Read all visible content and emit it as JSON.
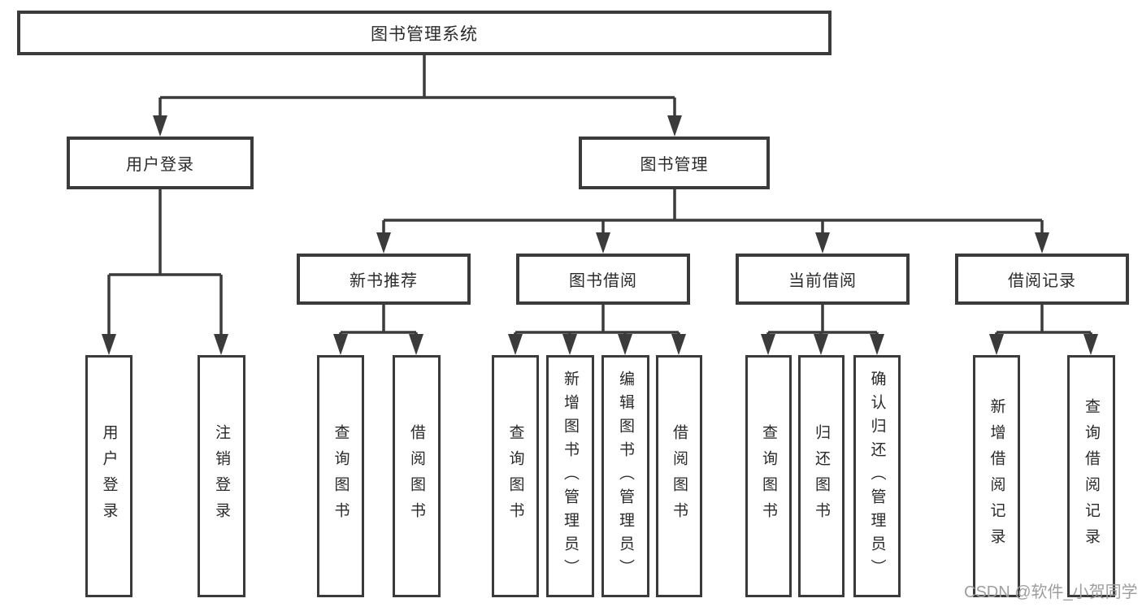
{
  "diagram": {
    "root": {
      "label": "图书管理系统",
      "children": [
        {
          "label": "用户登录",
          "children": [
            {
              "label": "用户登录"
            },
            {
              "label": "注销登录"
            }
          ]
        },
        {
          "label": "图书管理",
          "children": [
            {
              "label": "新书推荐",
              "children": [
                {
                  "label": "查询图书"
                },
                {
                  "label": "借阅图书"
                }
              ]
            },
            {
              "label": "图书借阅",
              "children": [
                {
                  "label": "查询图书"
                },
                {
                  "label": "新增图书（管理员）"
                },
                {
                  "label": "编辑图书（管理员）"
                },
                {
                  "label": "借阅图书"
                }
              ]
            },
            {
              "label": "当前借阅",
              "children": [
                {
                  "label": "查询图书"
                },
                {
                  "label": "归还图书"
                },
                {
                  "label": "确认归还（管理员）"
                }
              ]
            },
            {
              "label": "借阅记录",
              "children": [
                {
                  "label": "新增借阅记录"
                },
                {
                  "label": "查询借阅记录"
                }
              ]
            }
          ]
        }
      ]
    }
  },
  "watermark": {
    "text": "CSDN @软件_小贺同学"
  },
  "colors": {
    "line": "#3b3b3b",
    "text": "#2a2a2a",
    "watermark": "#9e9e9e",
    "background": "#ffffff"
  }
}
